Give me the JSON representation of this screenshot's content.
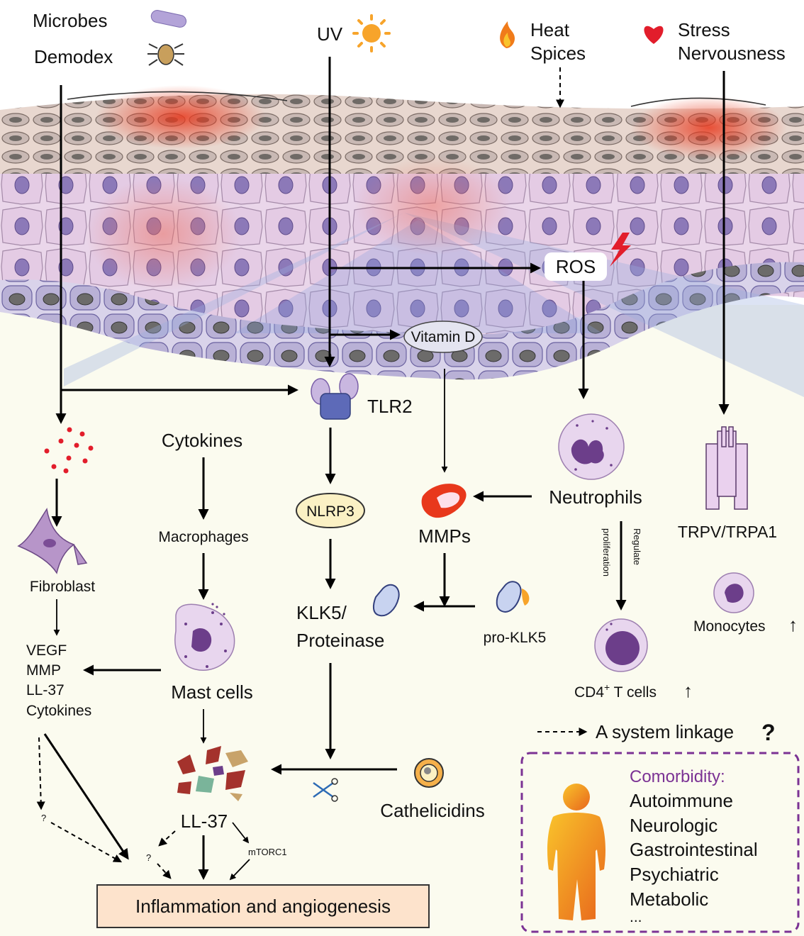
{
  "inputs": {
    "microbes": "Microbes",
    "demodex": "Demodex",
    "uv": "UV",
    "heat": "Heat",
    "spices": "Spices",
    "stress": "Stress",
    "nervousness": "Nervousness"
  },
  "nodes": {
    "ros": "ROS",
    "vitamin_d": "Vitamin D",
    "tlr2": "TLR2",
    "cytokines": "Cytokines",
    "macrophages": "Macrophages",
    "mast_cells": "Mast cells",
    "fibroblast": "Fibroblast",
    "nlrp3": "NLRP3",
    "klk5_line1": "KLK5/",
    "klk5_line2": "Proteinase",
    "mmps": "MMPs",
    "pro_klk5": "pro-KLK5",
    "neutrophils": "Neutrophils",
    "regulate_line1": "Regulate",
    "regulate_line2": "proliferation",
    "cd4_prefix": "CD4",
    "cd4_sup": "+",
    "cd4_suffix": " T cells",
    "up_arrow": "↑",
    "trpv": "TRPV/TRPA1",
    "monocytes": "Monocytes",
    "cathelicidins": "Cathelicidins",
    "ll37": "LL-37",
    "mtorc1": "mTORC1",
    "question": "?",
    "outcome": "Inflammation and angiogenesis"
  },
  "mediators": [
    "VEGF",
    "MMP",
    "LL-37",
    "Cytokines"
  ],
  "legend": {
    "system_linkage": "A system linkage",
    "question_mark": "?"
  },
  "comorbidity": {
    "title": "Comorbidity:",
    "items": [
      "Autoimmune",
      "Neurologic",
      "Gastrointestinal",
      "Psychiatric",
      "Metabolic",
      "..."
    ]
  },
  "colors": {
    "comorbidity_purple": "#7b3294",
    "outcome_fill": "#fde3cc",
    "skin_cell_fill": "#e6cde6",
    "inflammation_red": "#e8381c",
    "body_orange": "#f5a623"
  }
}
